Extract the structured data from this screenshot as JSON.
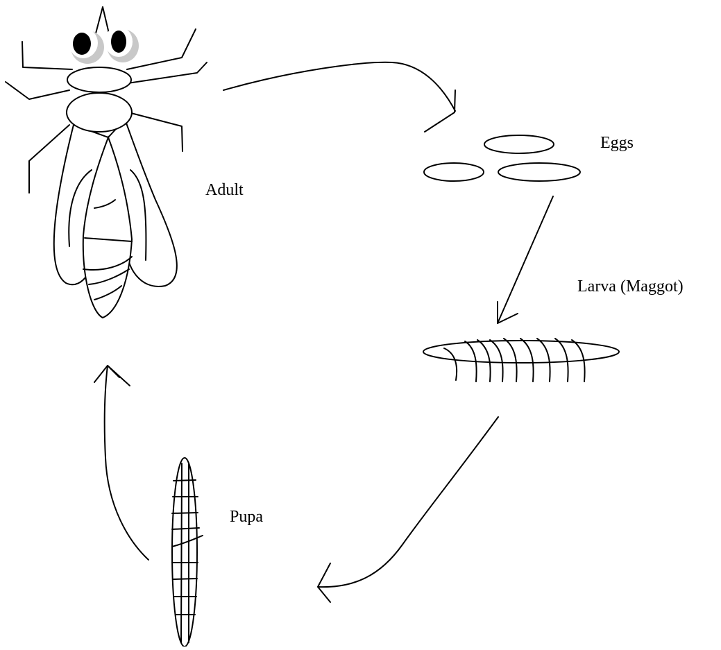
{
  "labels": {
    "adult": "Adult",
    "eggs": "Eggs",
    "larva": "Larva (Maggot)",
    "pupa": "Pupa"
  },
  "colors": {
    "stroke": "#000000",
    "background": "#ffffff"
  }
}
